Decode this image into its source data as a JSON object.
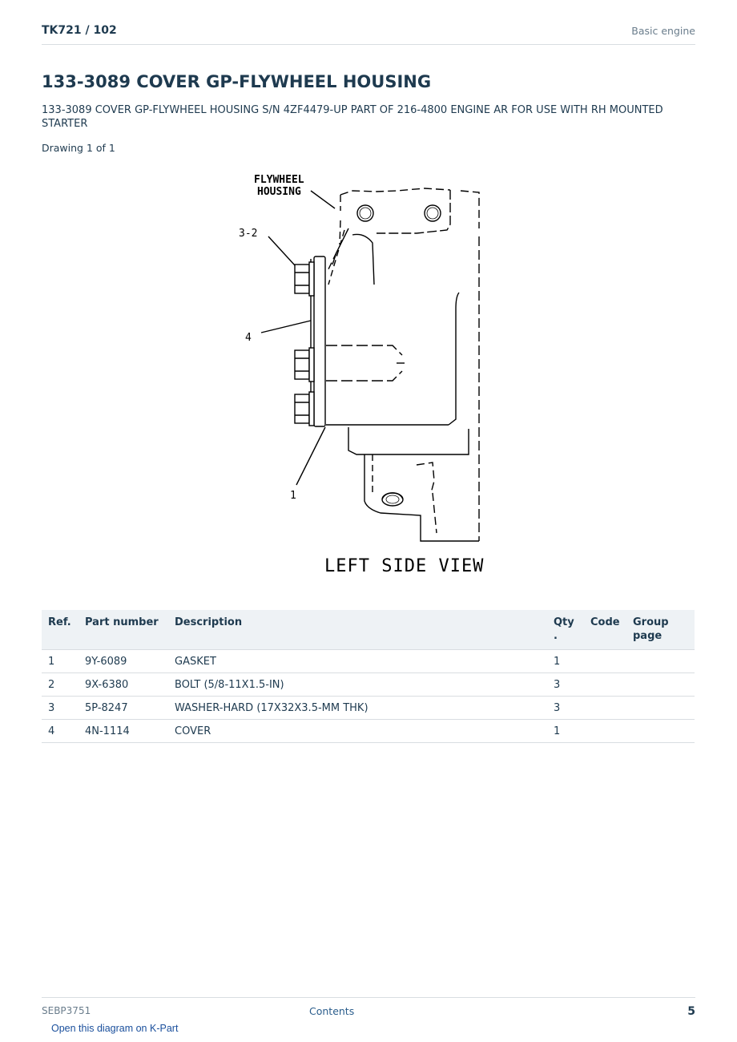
{
  "header": {
    "model": "TK721  /  102",
    "section": "Basic engine"
  },
  "title": "133-3089 COVER GP-FLYWHEEL HOUSING",
  "subtitle": "133-3089 COVER GP-FLYWHEEL HOUSING S/N 4ZF4479-UP PART OF 216-4800 ENGINE AR FOR USE WITH RH MOUNTED STARTER",
  "drawing_count": "Drawing 1 of 1",
  "diagram": {
    "label_housing_1": "FLYWHEEL",
    "label_housing_2": "HOUSING",
    "callout_3_2": "3-2",
    "callout_4": "4",
    "callout_1": "1",
    "view_caption": "LEFT SIDE VIEW"
  },
  "table": {
    "headers": {
      "ref": "Ref.",
      "part_number": "Part number",
      "description": "Description",
      "qty_1": "Qty",
      "qty_2": ".",
      "code": "Code",
      "group_1": "Group",
      "group_2": "page"
    },
    "rows": [
      {
        "ref": "1",
        "part_number": "9Y-6089",
        "description": "GASKET",
        "qty": "1",
        "code": "",
        "group": ""
      },
      {
        "ref": "2",
        "part_number": "9X-6380",
        "description": "BOLT (5/8-11X1.5-IN)",
        "qty": "3",
        "code": "",
        "group": ""
      },
      {
        "ref": "3",
        "part_number": "5P-8247",
        "description": "WASHER-HARD (17X32X3.5-MM THK)",
        "qty": "3",
        "code": "",
        "group": ""
      },
      {
        "ref": "4",
        "part_number": "4N-1114",
        "description": "COVER",
        "qty": "1",
        "code": "",
        "group": ""
      }
    ]
  },
  "footer": {
    "doc_id": "SEBP3751",
    "contents_link": "Contents",
    "page_number": "5"
  },
  "kpart_link": "Open this diagram on K-Part"
}
